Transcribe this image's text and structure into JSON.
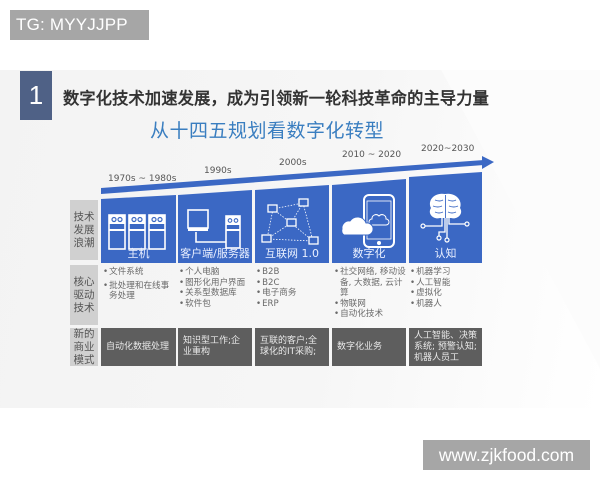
{
  "watermark_top": "TG: MYYJJPP",
  "watermark_bottom": "www.zjkfood.com",
  "slide": {
    "section_number": "1",
    "title": "数字化技术加速发展，成为引领新一轮科技革命的主导力量",
    "subtitle": "从十四五规划看数字化转型",
    "colors": {
      "accent_blue": "#3b68c4",
      "number_box": "#4f6186",
      "subtitle_blue": "#3a7ec0",
      "row_label_bg": "#d0d0d0",
      "business_box": "#5e5e5e"
    },
    "row_labels": {
      "tech_wave": "技术发展浪潮",
      "core_tech": "核心驱动技术",
      "business_model": "新的商业模式"
    },
    "eras": [
      {
        "period": "1970s ~ 1980s",
        "tech": "主机",
        "icon": "mainframe-icon",
        "drivers": [
          "文件系统",
          "批处理和在线事务处理"
        ],
        "business": "自动化数据处理"
      },
      {
        "period": "1990s",
        "tech": "客户端/服务器",
        "icon": "client-server-icon",
        "drivers": [
          "个人电脑",
          "图形化用户界面",
          "关系型数据库",
          "软件包"
        ],
        "business": "知识型工作;企业重构"
      },
      {
        "period": "2000s",
        "tech": "互联网 1.0",
        "icon": "network-icon",
        "drivers": [
          "B2B",
          "B2C",
          "电子商务",
          "ERP"
        ],
        "business": "互联的客户;全球化的IT采购;"
      },
      {
        "period": "2010 ~ 2020",
        "tech": "数字化",
        "icon": "mobile-cloud-icon",
        "drivers": [
          "社交网络, 移动设备, 大数据, 云计算",
          "物联网",
          "自动化技术"
        ],
        "business": "数字化业务"
      },
      {
        "period": "2020~2030",
        "tech": "认知",
        "icon": "brain-circuit-icon",
        "drivers": [
          "机器学习",
          "人工智能",
          "虚拟化",
          "机器人"
        ],
        "business": "人工智能、决策系统; 预警认知; 机器人员工"
      }
    ]
  }
}
